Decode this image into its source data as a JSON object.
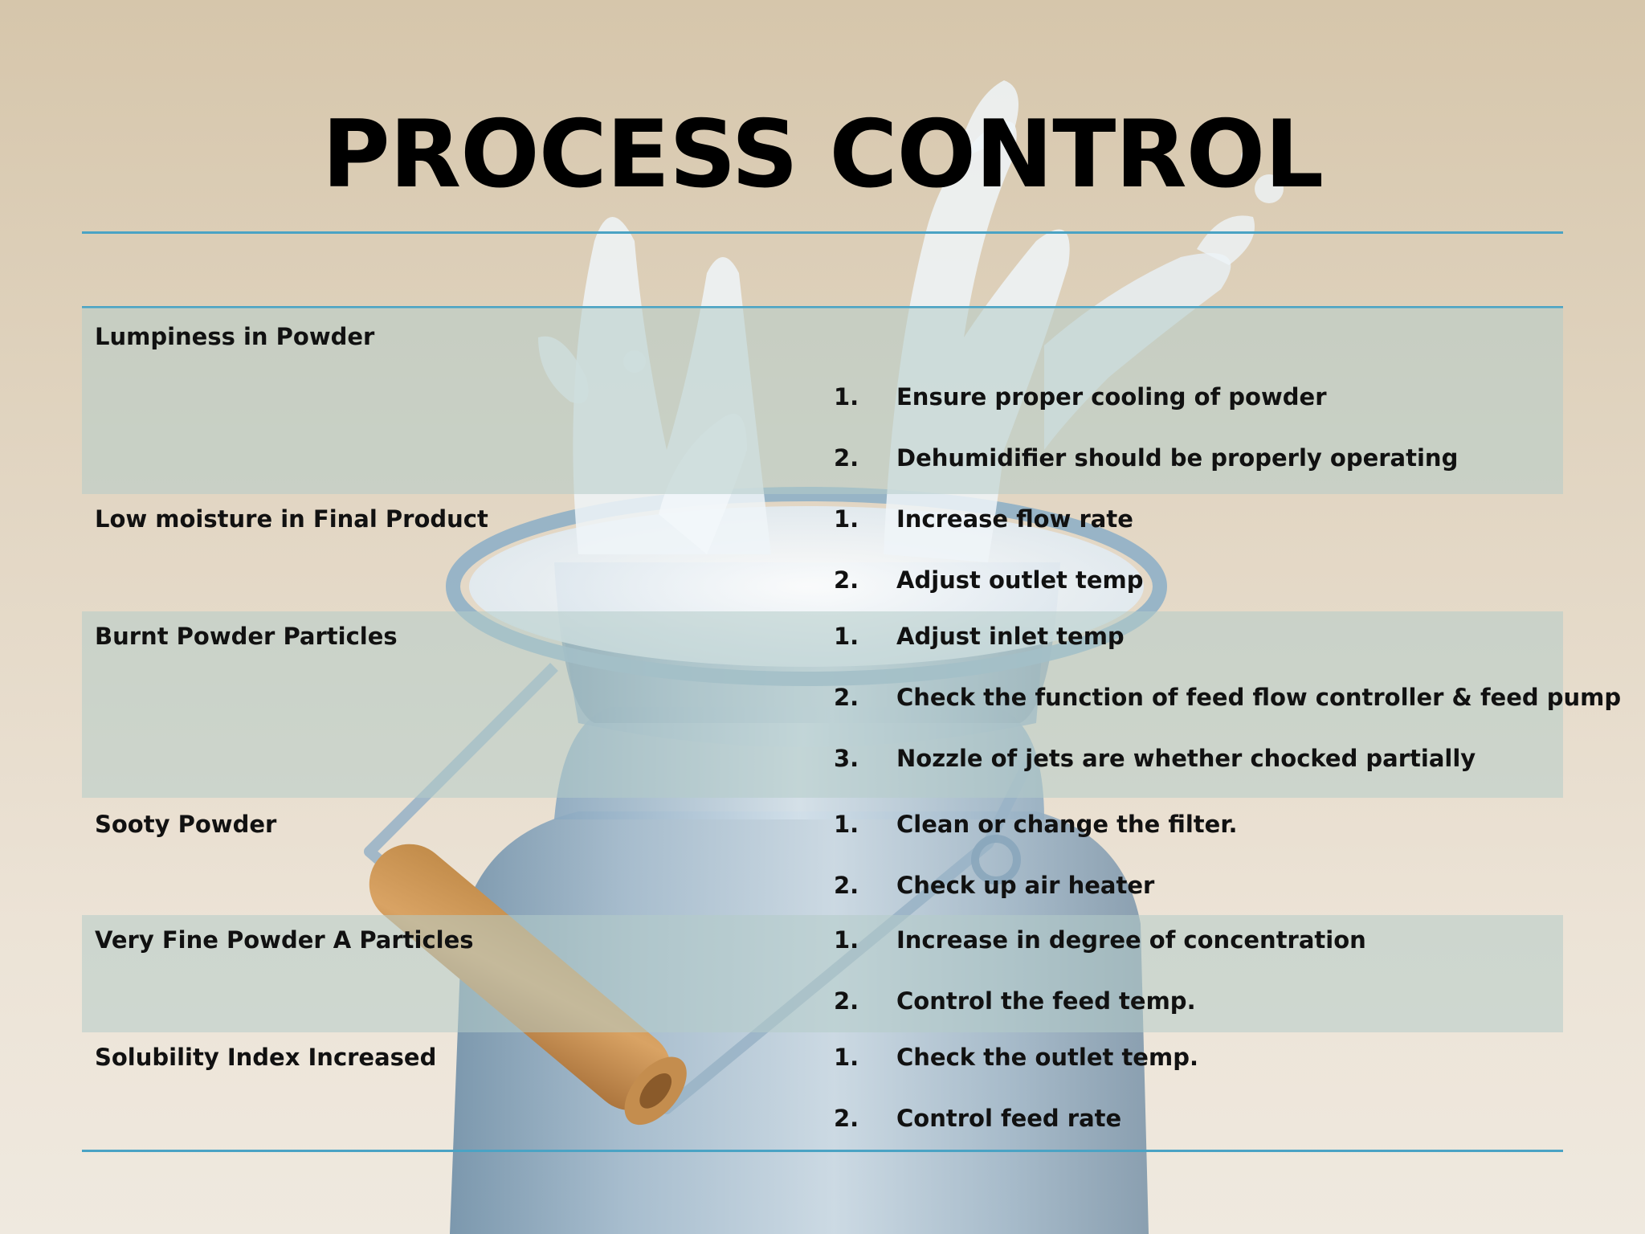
{
  "title": "PROCESS CONTROL",
  "rows": [
    {
      "problem": "Lumpiness in Powder",
      "remedies": [
        {
          "num": "1.",
          "text": "Ensure proper cooling of powder"
        },
        {
          "num": "2.",
          "text": "Dehumidifier should be properly operating"
        }
      ]
    },
    {
      "problem": "Low moisture in Final Product",
      "remedies": [
        {
          "num": "1.",
          "text": "Increase flow rate"
        },
        {
          "num": "2.",
          "text": "Adjust outlet temp"
        }
      ]
    },
    {
      "problem": "Burnt Powder Particles",
      "remedies": [
        {
          "num": "1.",
          "text": "Adjust inlet temp"
        },
        {
          "num": "2.",
          "text": "Check the function of feed flow controller & feed pump"
        },
        {
          "num": "3.",
          "text": "Nozzle of jets are whether chocked partially"
        }
      ]
    },
    {
      "problem": "Sooty Powder",
      "remedies": [
        {
          "num": "1.",
          "text": "Clean or change the filter."
        },
        {
          "num": "2.",
          "text": "Check up air heater"
        }
      ]
    },
    {
      "problem": "Very Fine Powder A Particles",
      "remedies": [
        {
          "num": "1.",
          "text": "Increase in degree of concentration"
        },
        {
          "num": "2.",
          "text": "Control the feed temp."
        }
      ]
    },
    {
      "problem": "Solubility Index Increased",
      "remedies": [
        {
          "num": "1.",
          "text": "Check the outlet temp."
        },
        {
          "num": "2.",
          "text": "Control feed rate"
        }
      ]
    }
  ]
}
